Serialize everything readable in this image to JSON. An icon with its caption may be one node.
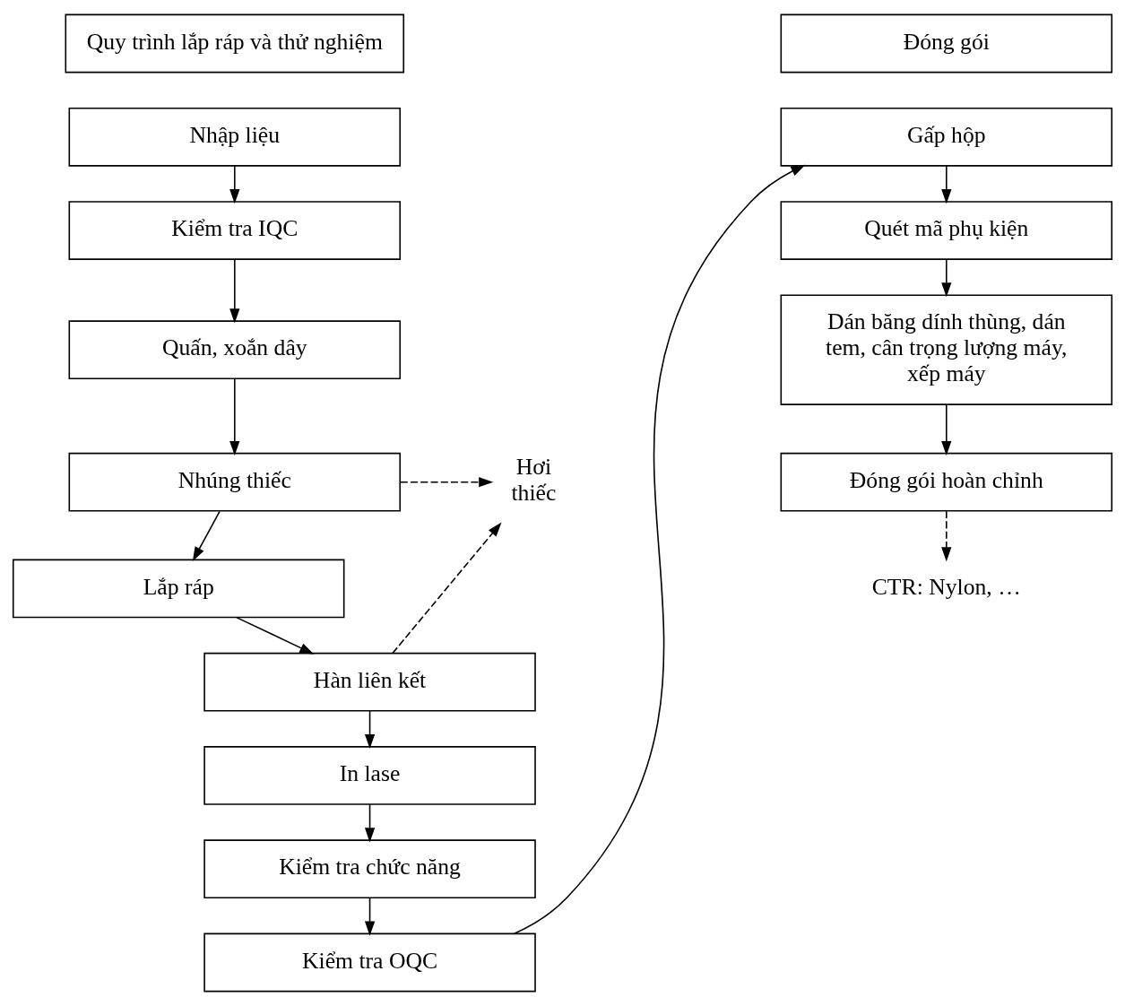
{
  "diagram": {
    "nodes": [
      {
        "text": [
          "Quy trình lắp ráp và thử nghiệm"
        ]
      },
      {
        "text": [
          "Nhập liệu"
        ]
      },
      {
        "text": [
          "Kiểm tra IQC"
        ]
      },
      {
        "text": [
          "Quấn, xoắn dây"
        ]
      },
      {
        "text": [
          "Nhúng thiếc"
        ]
      },
      {
        "text": [
          "Lắp ráp"
        ]
      },
      {
        "text": [
          "Hàn liên kết"
        ]
      },
      {
        "text": [
          "In lase"
        ]
      },
      {
        "text": [
          "Kiểm tra chức năng"
        ]
      },
      {
        "text": [
          "Kiểm tra OQC"
        ]
      },
      {
        "text": [
          "Hơi thiếc"
        ]
      },
      {
        "text": [
          "Đóng gói"
        ]
      },
      {
        "text": [
          "Gấp hộp"
        ]
      },
      {
        "text": [
          "Quét mã phụ kiện"
        ]
      },
      {
        "text": [
          "Dán băng dính thùng, dán tem, cân trọng lượng máy, xếp máy"
        ]
      },
      {
        "text": [
          "Đóng gói hoàn chỉnh"
        ]
      },
      {
        "text": [
          "CTR: Nylon, …"
        ]
      }
    ],
    "edges": [
      {
        "from": 1,
        "to": 2,
        "arrow": "to"
      },
      {
        "from": 2,
        "to": 3,
        "arrow": "to"
      },
      {
        "from": 3,
        "to": 4,
        "arrow": "to"
      },
      {
        "from": 4,
        "to": 5,
        "arrow": "to"
      },
      {
        "from": 5,
        "to": 6,
        "arrow": "to"
      },
      {
        "from": 6,
        "to": 7,
        "arrow": "to"
      },
      {
        "from": 7,
        "to": 8,
        "arrow": "to"
      },
      {
        "from": 8,
        "to": 9,
        "arrow": "to"
      },
      {
        "from": 4,
        "to": 10,
        "arrow": "to",
        "style": "dashed"
      },
      {
        "from": 6,
        "to": 10,
        "arrow": "to",
        "style": "dashed"
      },
      {
        "from": 9,
        "to": 12,
        "arrow": "to"
      },
      {
        "from": 12,
        "to": 13,
        "arrow": "to"
      },
      {
        "from": 13,
        "to": 14,
        "arrow": "to"
      },
      {
        "from": 14,
        "to": 15,
        "arrow": "to"
      },
      {
        "from": 15,
        "to": 16,
        "arrow": "to",
        "style": "dashed"
      }
    ]
  }
}
